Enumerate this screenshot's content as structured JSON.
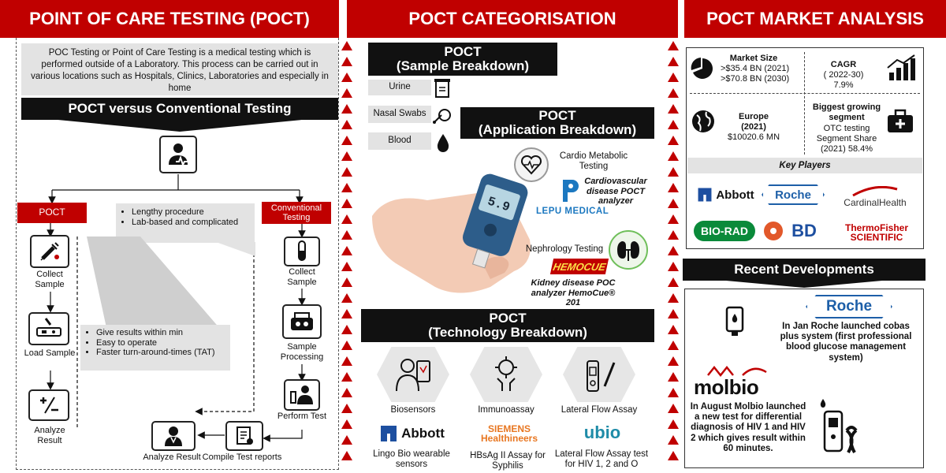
{
  "headers": {
    "left": "POINT OF CARE TESTING (POCT)",
    "middle": "POCT CATEGORISATION",
    "right": "POCT MARKET ANALYSIS"
  },
  "left": {
    "intro": "POC Testing or Point of Care Testing is a medical testing which is performed outside of a Laboratory. This process can be carried out in various locations such as Hospitals, Clinics, Laboratories and especially in home",
    "versus_title": "POCT versus Conventional Testing",
    "poct_label": "POCT",
    "conventional_label": "Conventional Testing",
    "conventional_bullets": [
      "Lengthy procedure",
      "Lab-based and complicated"
    ],
    "poct_bullets": [
      "Give results within min",
      "Easy to operate",
      "Faster turn-around-times (TAT)"
    ],
    "poct_steps": [
      "Collect Sample",
      "Load Sample",
      "Analyze Result"
    ],
    "conv_steps": [
      "Collect Sample",
      "Sample Processing",
      "Perform Test"
    ],
    "bottom_steps": [
      "Compile Test reports",
      "Analyze Result"
    ]
  },
  "middle": {
    "sample_title": "POCT\n(Sample Breakdown)",
    "sample_items": [
      "Urine",
      "Nasal Swabs",
      "Blood"
    ],
    "application_title": "POCT\n(Application Breakdown)",
    "cardio_title": "Cardio Metabolic Testing",
    "cardio_desc": "Cardiovascular disease POCT analyzer",
    "lepu_logo": "LEPU MEDICAL",
    "meter_reading": "5.9",
    "nephro_title": "Nephrology Testing",
    "hemocue_logo": "HEMOCUE",
    "nephro_desc": "Kidney disease POC analyzer HemoCue® 201",
    "tech_title": "POCT\n(Technology Breakdown)",
    "tech_items": [
      "Biosensors",
      "Immunoassay",
      "Lateral Flow Assay"
    ],
    "tech_logos": [
      "Abbott",
      "SIEMENS Healthineers",
      "ubio"
    ],
    "tech_products": [
      "Lingo Bio wearable sensors",
      "HBsAg II Assay for Syphilis",
      "Lateral Flow Assay test for HIV 1, 2 and O"
    ]
  },
  "right": {
    "market_size_title": "Market Size",
    "market_size_values": [
      ">$35.4 BN (2021)",
      ">$70.8 BN (2030)"
    ],
    "cagr_title": "CAGR",
    "cagr_period": "( 2022-30)",
    "cagr_value": "7.9%",
    "europe_title": "Europe",
    "europe_year": "(2021)",
    "europe_value": "$10020.6 MN",
    "segment_title": "Biggest growing segment",
    "segment_name": "OTC testing",
    "segment_share": "Segment Share (2021) 58.4%",
    "key_players_title": "Key Players",
    "players": [
      "Abbott",
      "Roche",
      "CardinalHealth",
      "BIO-RAD",
      "BD",
      "ThermoFisher SCIENTIFIC"
    ],
    "recent_title": "Recent Developments",
    "roche_logo": "Roche",
    "roche_text": "In Jan Roche launched cobas plus system (first professional blood glucose management system)",
    "molbio_logo": "molbio",
    "molbio_text": "In August Molbio launched a new test for differential diagnosis of HIV 1 and HIV 2 which gives result within 60 minutes."
  },
  "colors": {
    "accent": "#c00000",
    "dark": "#111111",
    "grey": "#e3e3e3"
  }
}
